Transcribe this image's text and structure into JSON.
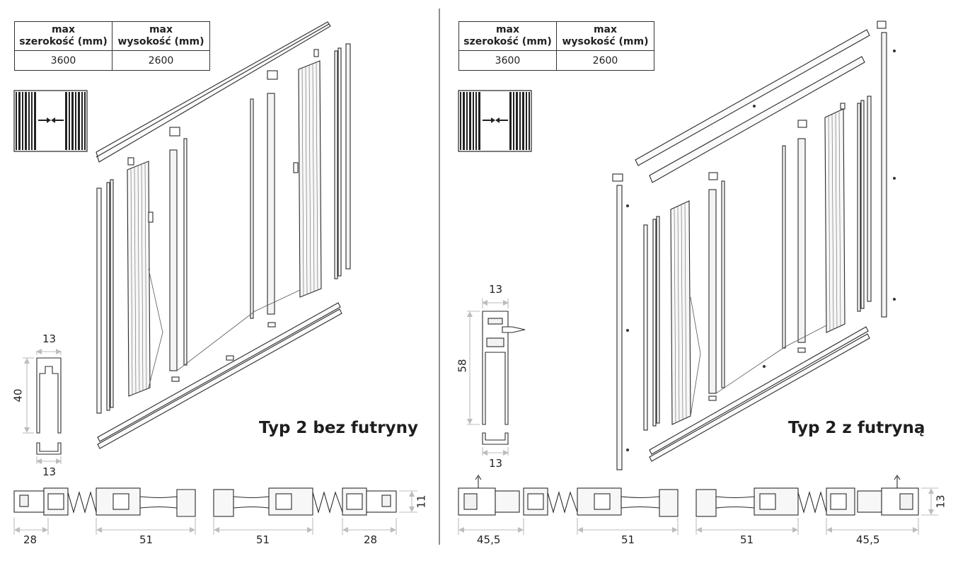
{
  "left": {
    "table": {
      "col1": "max szerokość (mm)",
      "col1_line1": "max",
      "col1_line2": "szerokość (mm)",
      "col2_line1": "max",
      "col2_line2": "wysokość (mm)",
      "val1": "3600",
      "val2": "2600"
    },
    "title": "Typ 2 bez futryny",
    "profile_dims": {
      "top": "13",
      "side": "40",
      "bottom": "13"
    },
    "bottom_dims": {
      "a": "28",
      "b": "51",
      "c": "51",
      "d": "28",
      "h": "11"
    }
  },
  "right": {
    "table": {
      "col1_line1": "max",
      "col1_line2": "szerokość (mm)",
      "col2_line1": "max",
      "col2_line2": "wysokość (mm)",
      "val1": "3600",
      "val2": "2600"
    },
    "title": "Typ 2 z futryną",
    "profile_dims": {
      "top": "13",
      "side": "58",
      "bottom": "13"
    },
    "bottom_dims": {
      "a": "45,5",
      "b": "51",
      "c": "51",
      "d": "45,5",
      "h": "13"
    }
  },
  "colors": {
    "line": "#2a2a2a",
    "light": "#bfbfbf",
    "fill": "#f1f1f1"
  }
}
